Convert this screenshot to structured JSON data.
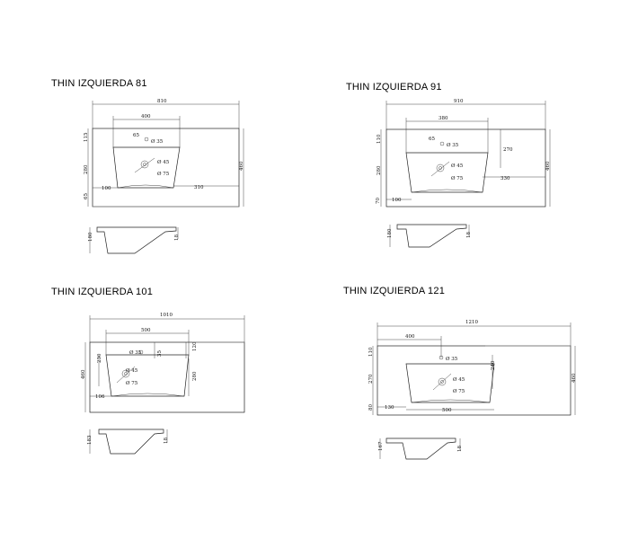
{
  "titles": {
    "d81": "THIN IZQUIERDA 81",
    "d91": "THIN IZQUIERDA 91",
    "d101": "THIN IZQUIERDA 101",
    "d121": "THIN IZQUIERDA 121"
  },
  "d81": {
    "overall_width": "810",
    "basin_width": "400",
    "depth": "460",
    "top_margin": "115",
    "basin_depth": "280",
    "bottom_margin": "65",
    "left_offset": "100",
    "right_offset": "310",
    "tap_hole": "Ø 35",
    "drain_45": "Ø 45",
    "drain_75": "Ø 75",
    "drain_65": "65",
    "profile_height": "180",
    "rim_thickness": "18"
  },
  "d91": {
    "overall_width": "910",
    "basin_width": "380",
    "depth": "460",
    "top_margin": "110",
    "basin_depth": "280",
    "bottom_margin": "70",
    "inner_depth": "270",
    "left_offset": "100",
    "right_offset": "330",
    "tap_hole": "Ø 35",
    "drain_45": "Ø 45",
    "drain_75": "Ø 75",
    "drain_65": "65",
    "profile_height": "180",
    "rim_thickness": "18"
  },
  "d101": {
    "overall_width": "1010",
    "basin_width": "500",
    "depth": "460",
    "top_margin": "35",
    "right_top": "120",
    "basin_depth": "230",
    "right_depth": "280",
    "left_offset": "106",
    "tap_hole": "Ø 35",
    "drain_45": "Ø 45",
    "drain_75": "Ø 75",
    "profile_height": "183",
    "rim_thickness": "18"
  },
  "d121": {
    "overall_width": "1210",
    "left_width": "400",
    "depth": "460",
    "top_margin": "110",
    "basin_depth": "270",
    "bottom_margin": "80",
    "right_depth": "240",
    "left_offset": "130",
    "basin_width": "500",
    "tap_hole": "Ø 35",
    "drain_45": "Ø 45",
    "drain_75": "Ø 75",
    "profile_height": "167",
    "rim_thickness": "18"
  }
}
